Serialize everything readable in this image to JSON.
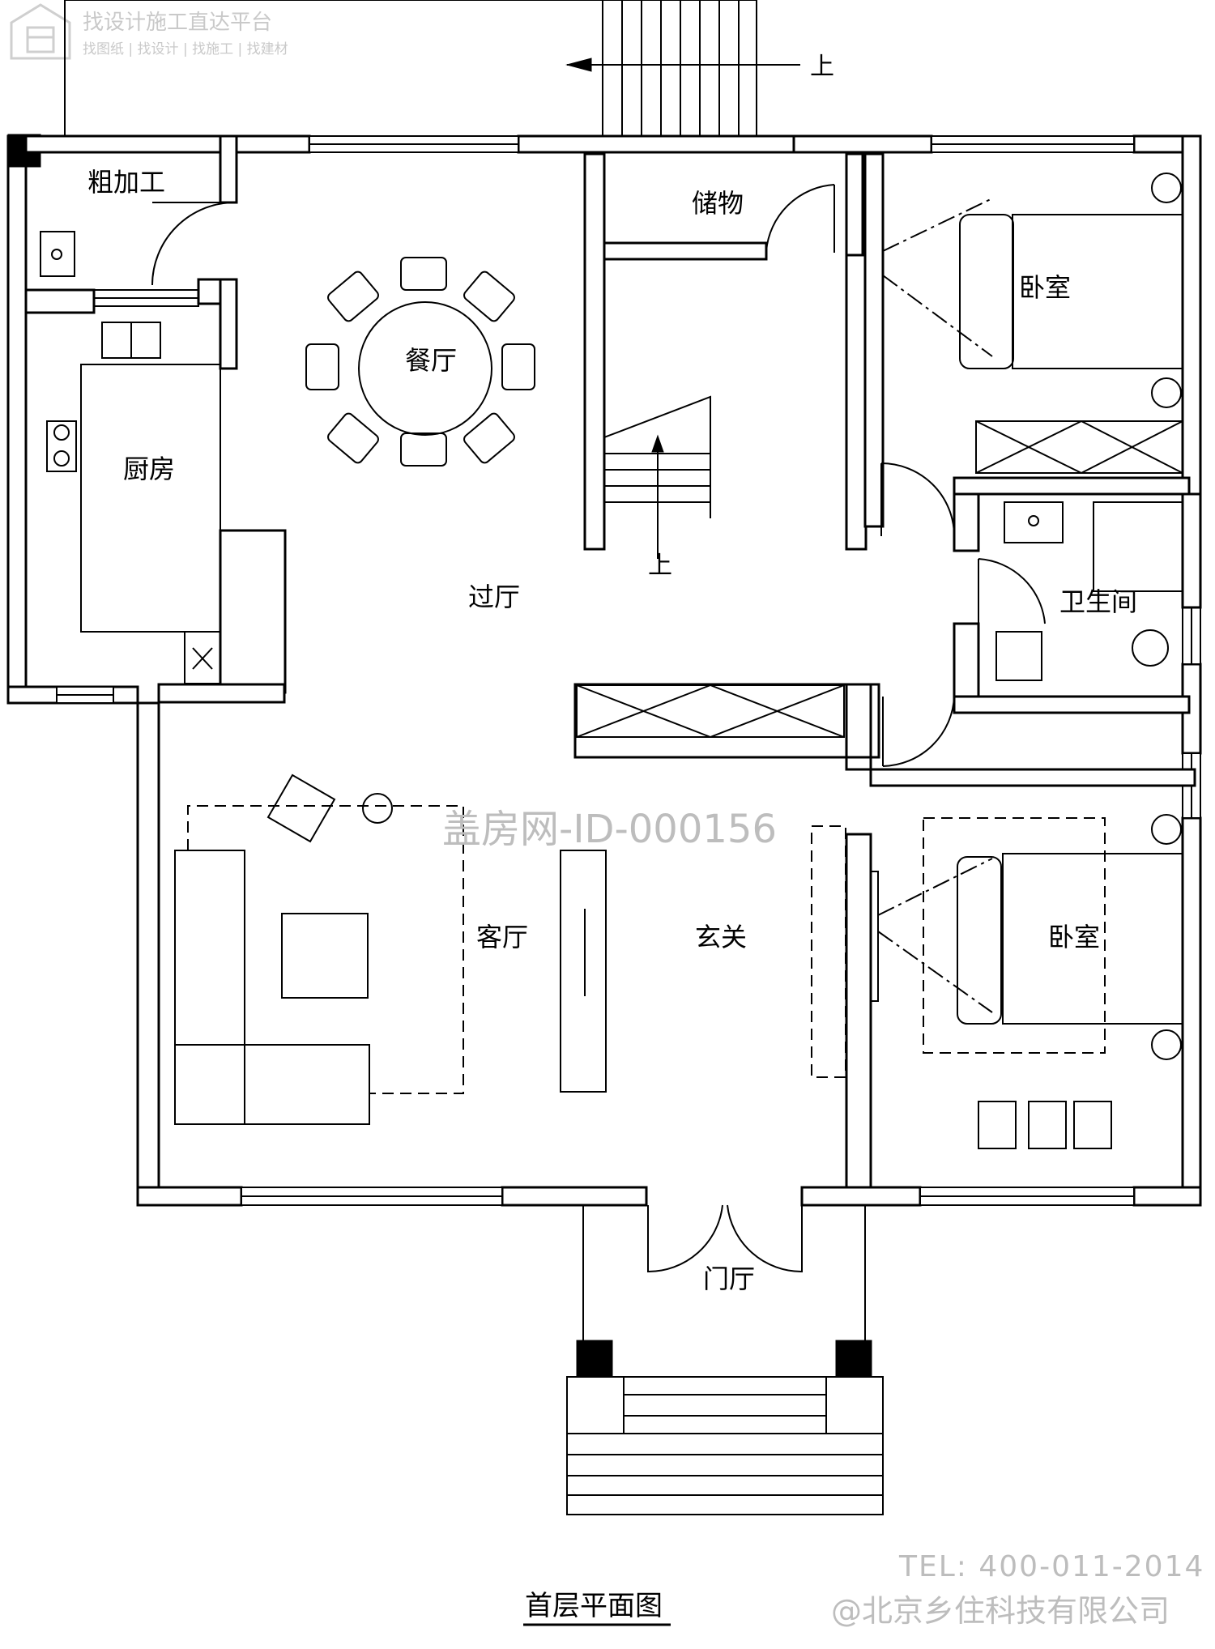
{
  "drawing_title": "首层平面图",
  "rooms": {
    "rough_prep": "粗加工",
    "dining": "餐厅",
    "storage": "储物",
    "bedroom_north": "卧室",
    "kitchen": "厨房",
    "hall": "过厅",
    "bathroom": "卫生间",
    "living": "客厅",
    "foyer": "玄关",
    "bedroom_south": "卧室",
    "entry_porch": "门厅"
  },
  "stair_labels": {
    "outdoor_up": "上",
    "indoor_up": "上"
  },
  "watermarks": {
    "platform_title": "找设计施工直达平台",
    "platform_subtitle": "找图纸 | 找设计 | 找施工 | 找建材",
    "site_id": "盖房网-ID-000156",
    "tel": "TEL: 400-011-2014",
    "company": "@北京乡住科技有限公司"
  },
  "colors": {
    "line": "#000000",
    "background": "#ffffff",
    "watermark": "#bdbdbd"
  }
}
